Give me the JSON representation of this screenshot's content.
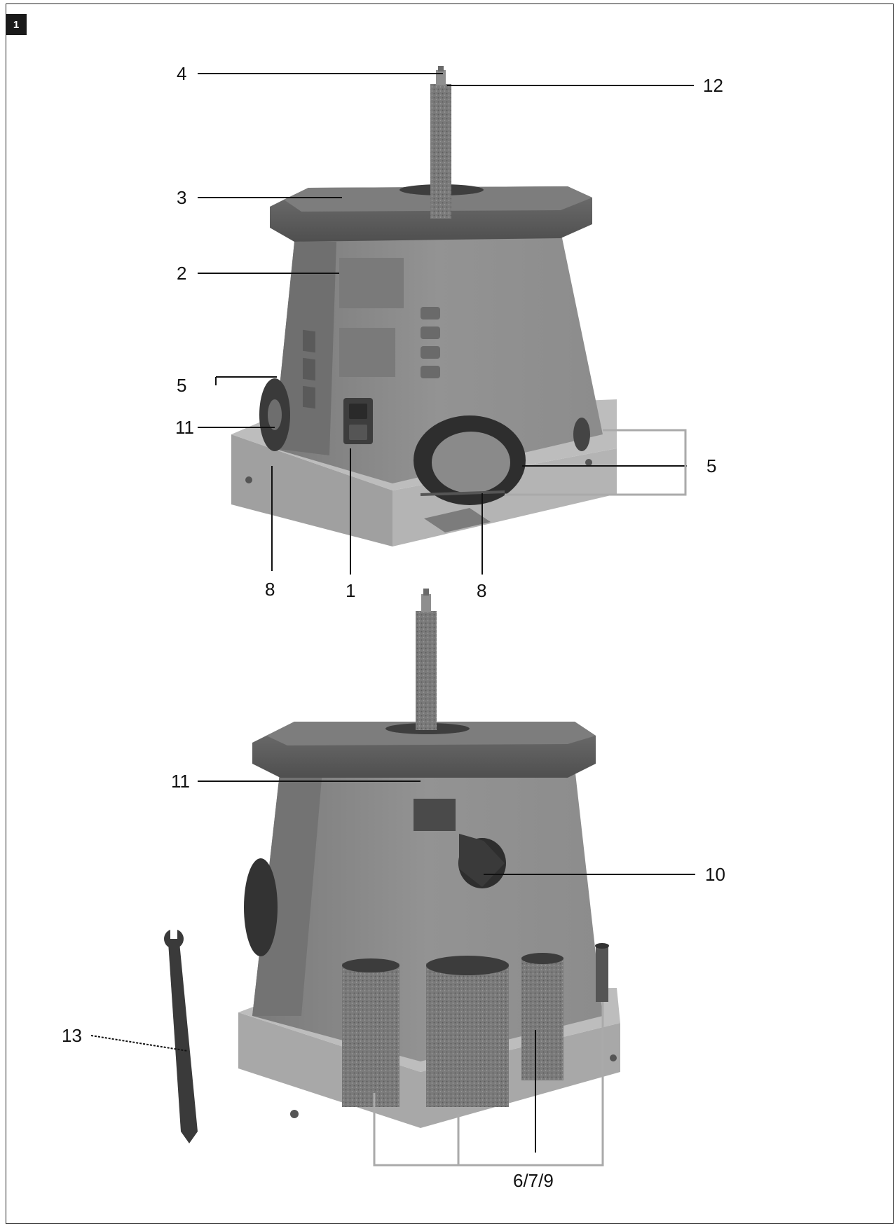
{
  "figure": {
    "badge": "1"
  },
  "callouts": {
    "top_view": {
      "c4": "4",
      "c12": "12",
      "c3": "3",
      "c2": "2",
      "c5_left": "5",
      "c11": "11",
      "c5_right": "5",
      "c8_left": "8",
      "c1": "1",
      "c8_right": "8"
    },
    "bottom_view": {
      "c11": "11",
      "c10": "10",
      "c13": "13",
      "c679": "6/7/9"
    }
  },
  "colors": {
    "machine_body": "#8a8a8a",
    "machine_dark": "#555555",
    "table_top": "#6e6e6e",
    "drum": "#7d7d7d",
    "base": "#a8a8a8",
    "bracket": "#aaaaaa"
  }
}
